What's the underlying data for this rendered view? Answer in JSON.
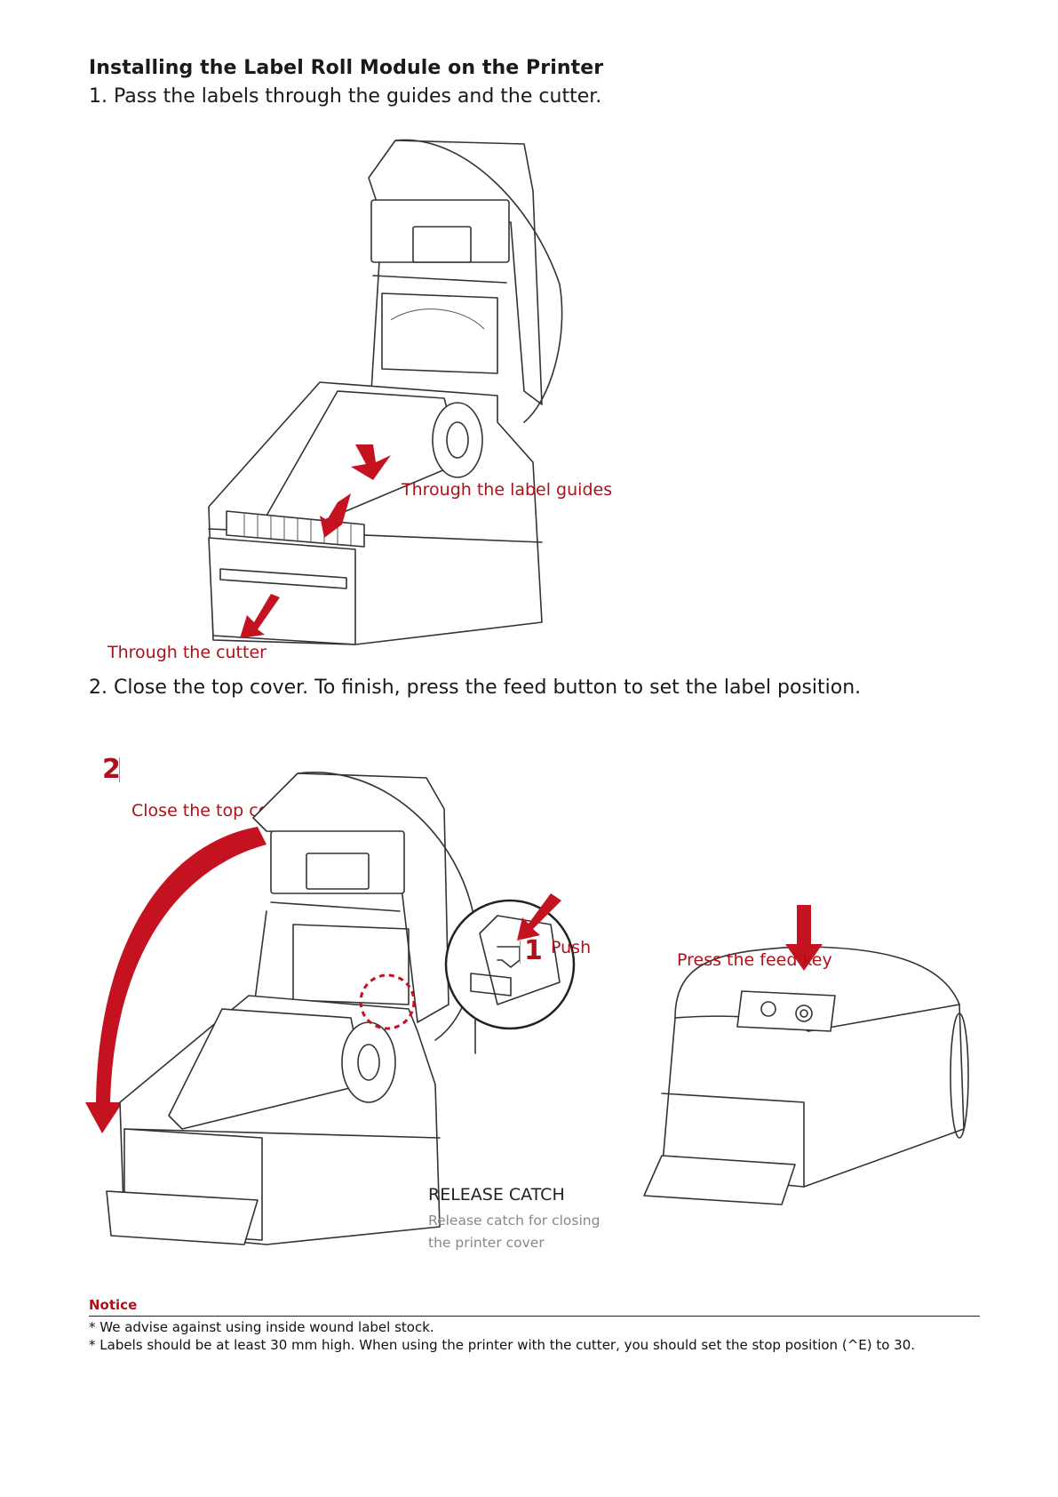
{
  "title": "Installing the Label Roll Module on the Printer",
  "step1": {
    "text": "1. Pass the labels through the guides and the cutter.",
    "callout_guides": "Through the label guides",
    "callout_cutter": "Through the cutter"
  },
  "step2": {
    "text": "2. Close the top cover. To finish, press the feed button to set the label position.",
    "number_2": "2",
    "callout_close": "Close the top cover",
    "number_1": "1",
    "callout_push": "Push",
    "callout_feed": "Press the feed key",
    "release_title": "RELEASE CATCH",
    "release_desc_1": "Release catch for closing",
    "release_desc_2": "the printer cover"
  },
  "notice": {
    "label": "Notice",
    "lines": [
      "* We advise against using inside wound label stock.",
      "* Labels should be at least 30 mm high. When using the printer with the cutter, you should set the stop position (^E) to 30."
    ]
  },
  "colors": {
    "accent": "#c41220",
    "text": "#1a1a1a",
    "muted": "#888888"
  }
}
